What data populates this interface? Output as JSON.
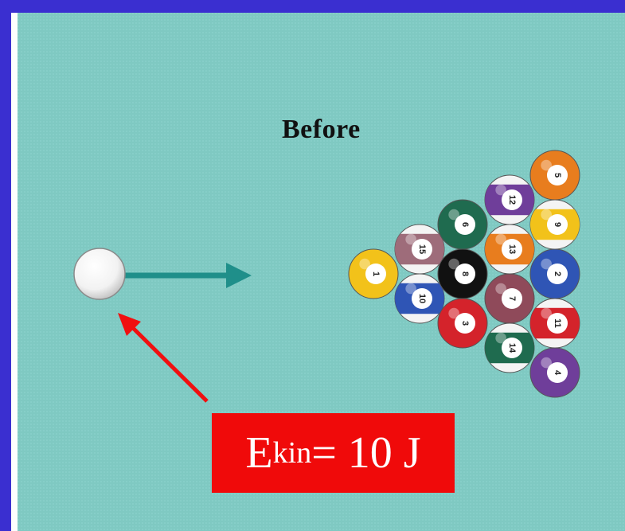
{
  "heading": "Before",
  "energy_label": {
    "symbol": "E",
    "subscript": "kin",
    "value_text": " = 10 J"
  },
  "colors": {
    "frame": "#3a2fd0",
    "felt": "#7fc9c2",
    "arrow_motion": "#1f8f8a",
    "arrow_pointer": "#f01010",
    "label_bg": "#f00a0a"
  },
  "cue_ball": {
    "color": "#ffffff"
  },
  "rack": [
    {
      "number": "1",
      "color": "#f2c21a",
      "stripe": false
    },
    {
      "number": "15",
      "color": "#9e6c7a",
      "stripe": true
    },
    {
      "number": "10",
      "color": "#2f55b5",
      "stripe": true
    },
    {
      "number": "6",
      "color": "#1f6b4f",
      "stripe": false
    },
    {
      "number": "8",
      "color": "#111111",
      "stripe": false
    },
    {
      "number": "3",
      "color": "#d4232b",
      "stripe": false
    },
    {
      "number": "12",
      "color": "#6f3e9a",
      "stripe": true
    },
    {
      "number": "13",
      "color": "#e87d1e",
      "stripe": true
    },
    {
      "number": "7",
      "color": "#8f4a5a",
      "stripe": false
    },
    {
      "number": "14",
      "color": "#1f6b4f",
      "stripe": true
    },
    {
      "number": "5",
      "color": "#e87d1e",
      "stripe": false
    },
    {
      "number": "9",
      "color": "#f2c21a",
      "stripe": true
    },
    {
      "number": "2",
      "color": "#2f55b5",
      "stripe": false
    },
    {
      "number": "11",
      "color": "#d4232b",
      "stripe": true
    },
    {
      "number": "4",
      "color": "#6f3e9a",
      "stripe": false
    }
  ]
}
